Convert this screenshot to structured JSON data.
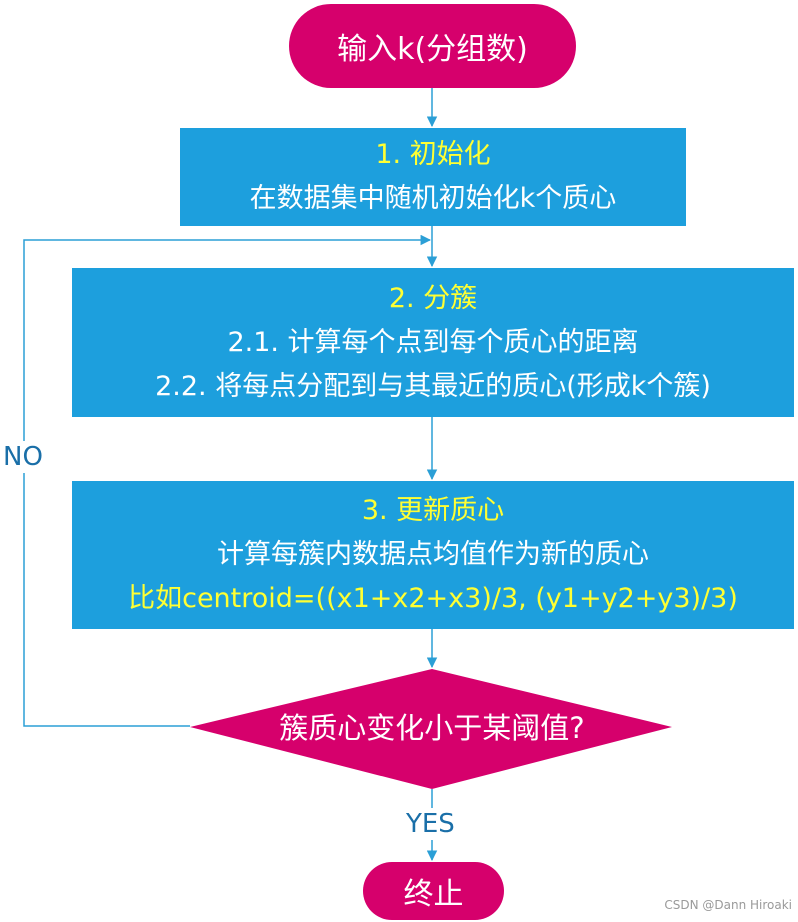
{
  "start": {
    "label": "输入k(分组数)"
  },
  "step1": {
    "title": "1. 初始化",
    "lines": [
      "在数据集中随机初始化k个质心"
    ]
  },
  "step2": {
    "title": "2. 分簇",
    "lines": [
      "2.1. 计算每个点到每个质心的距离",
      "2.2. 将每点分配到与其最近的质心(形成k个簇)"
    ]
  },
  "step3": {
    "title": "3. 更新质心",
    "lines": [
      "计算每簇内数据点均值作为新的质心"
    ],
    "example": "比如centroid=((x1+x2+x3)/3, (y1+y2+y3)/3)"
  },
  "decision": {
    "label": "簇质心变化小于某阈值?"
  },
  "branches": {
    "no": "NO",
    "yes": "YES"
  },
  "end": {
    "label": "终止"
  },
  "watermark": "CSDN @Dann Hiroaki",
  "colors": {
    "terminal_fill": "#d6006c",
    "process_fill": "#1d9fdd",
    "title_text": "#ffff33",
    "connector": "#2b9fd6"
  }
}
